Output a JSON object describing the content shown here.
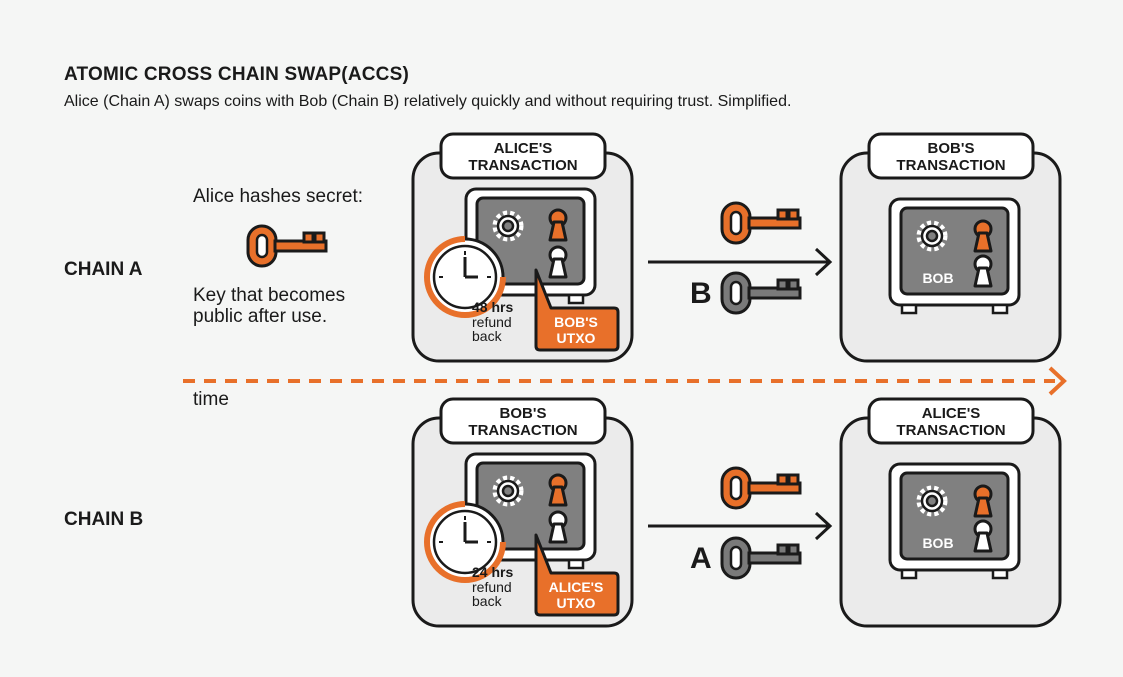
{
  "title": "ATOMIC CROSS CHAIN SWAP(ACCS)",
  "subtitle": "Alice (Chain A) swaps coins with Bob (Chain B) relatively quickly and without requiring trust. Simplified.",
  "chain_a": {
    "label": "CHAIN A",
    "hash_note": "Alice hashes secret:",
    "key_note_line1": "Key that becomes",
    "key_note_line2": "public after use.",
    "left_box": {
      "header_line1": "ALICE'S",
      "header_line2": "TRANSACTION",
      "refund_time": "48 hrs",
      "refund_line1": "refund",
      "refund_line2": "back",
      "utxo_line1": "BOB'S",
      "utxo_line2": "UTXO"
    },
    "arrow_key_letter": "B",
    "right_box": {
      "header_line1": "BOB'S",
      "header_line2": "TRANSACTION",
      "safe_label": "BOB"
    }
  },
  "time_label": "time",
  "chain_b": {
    "label": "CHAIN B",
    "left_box": {
      "header_line1": "BOB'S",
      "header_line2": "TRANSACTION",
      "refund_time": "24 hrs",
      "refund_line1": "refund",
      "refund_line2": "back",
      "utxo_line1": "ALICE'S",
      "utxo_line2": "UTXO"
    },
    "arrow_key_letter": "A",
    "right_box": {
      "header_line1": "ALICE'S",
      "header_line2": "TRANSACTION",
      "safe_label": "BOB"
    }
  },
  "colors": {
    "accent": "#e8702a",
    "dark": "#1a1a1a",
    "box_fill": "#ebebeb",
    "safe_inner": "#808080",
    "key_gray": "#7a7a7a"
  }
}
